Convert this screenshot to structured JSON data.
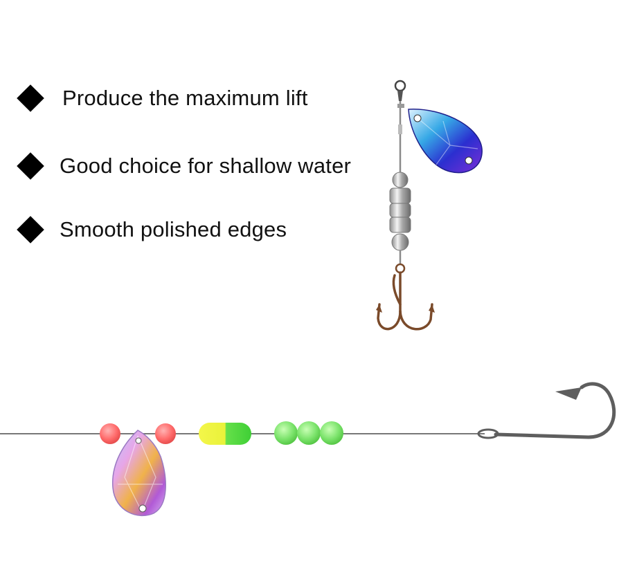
{
  "features": [
    {
      "text": "Produce the maximum lift",
      "icon": "diamond-bullet-icon"
    },
    {
      "text": "Good choice for shallow water",
      "icon": "diamond-bullet-icon"
    },
    {
      "text": "Smooth polished edges",
      "icon": "diamond-bullet-icon"
    }
  ],
  "colors": {
    "bullet": "#000000",
    "text": "#111111",
    "red_bead": "#ff6b6b",
    "green_bead": "#7be36b",
    "yellow_float": "#e9f23a",
    "blade_blue": "#3a3fd6",
    "blade_pink": "#c996e8",
    "hook_metal": "#6b6b6b",
    "treble_bronze": "#7a4a2a"
  }
}
